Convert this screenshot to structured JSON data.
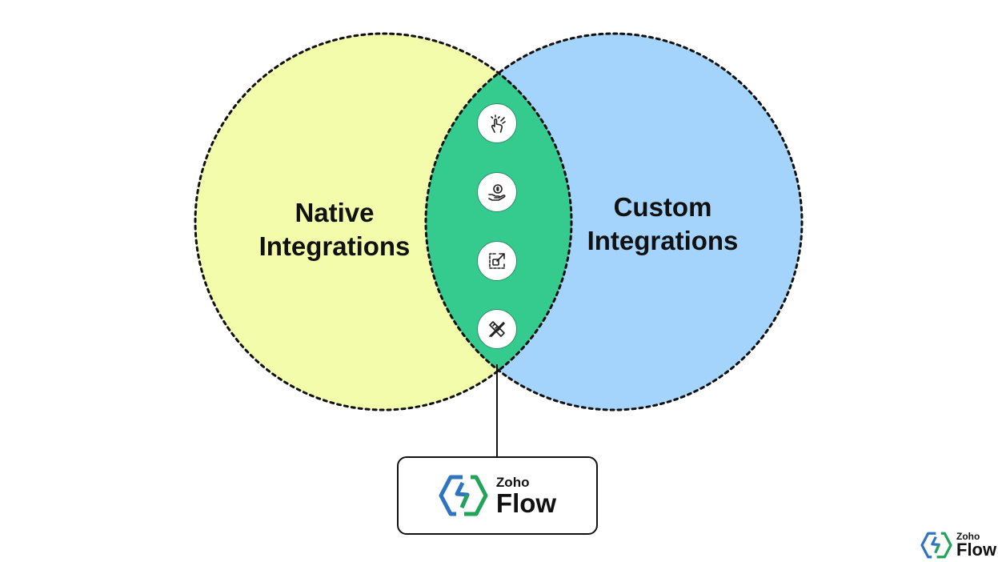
{
  "venn": {
    "left_set": {
      "line1": "Native",
      "line2": "Integrations",
      "color": "#f3fcab"
    },
    "right_set": {
      "line1": "Custom",
      "line2": "Integrations",
      "color": "#a4d4fb"
    },
    "overlap_color": "#35cb8e",
    "overlap_icons": [
      "tap-hand-icon",
      "money-hand-icon",
      "external-link-icon",
      "design-tools-icon"
    ]
  },
  "brand": {
    "product_prefix": "Zoho",
    "product_name": "Flow",
    "logo_colors": {
      "blue": "#2f74c0",
      "green": "#22a35a"
    }
  },
  "corner_brand": {
    "prefix": "Zoho",
    "name": "Flow"
  }
}
